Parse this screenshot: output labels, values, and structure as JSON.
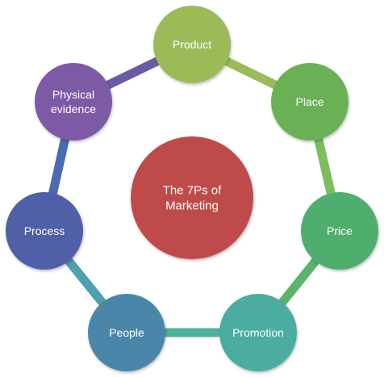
{
  "center": {
    "lines": [
      "The 7Ps of",
      "Marketing"
    ],
    "color": "#be4b48"
  },
  "nodes": [
    {
      "id": "product",
      "lines": [
        "Product"
      ],
      "color": "#9bbb59",
      "ring_color": "#9bbb59"
    },
    {
      "id": "place",
      "lines": [
        "Place"
      ],
      "color": "#6bb157",
      "ring_color": "#7cbd5c"
    },
    {
      "id": "price",
      "lines": [
        "Price"
      ],
      "color": "#4fae6e",
      "ring_color": "#5bb46a"
    },
    {
      "id": "promotion",
      "lines": [
        "Promotion"
      ],
      "color": "#4baca0",
      "ring_color": "#4db29a"
    },
    {
      "id": "people",
      "lines": [
        "People"
      ],
      "color": "#4a86aa",
      "ring_color": "#4f9fae"
    },
    {
      "id": "process",
      "lines": [
        "Process"
      ],
      "color": "#4f5fa8",
      "ring_color": "#4a6bb0"
    },
    {
      "id": "physical-evidence",
      "lines": [
        "Physical",
        "evidence"
      ],
      "color": "#7b5aa6",
      "ring_color": "#6b5aa8"
    }
  ]
}
